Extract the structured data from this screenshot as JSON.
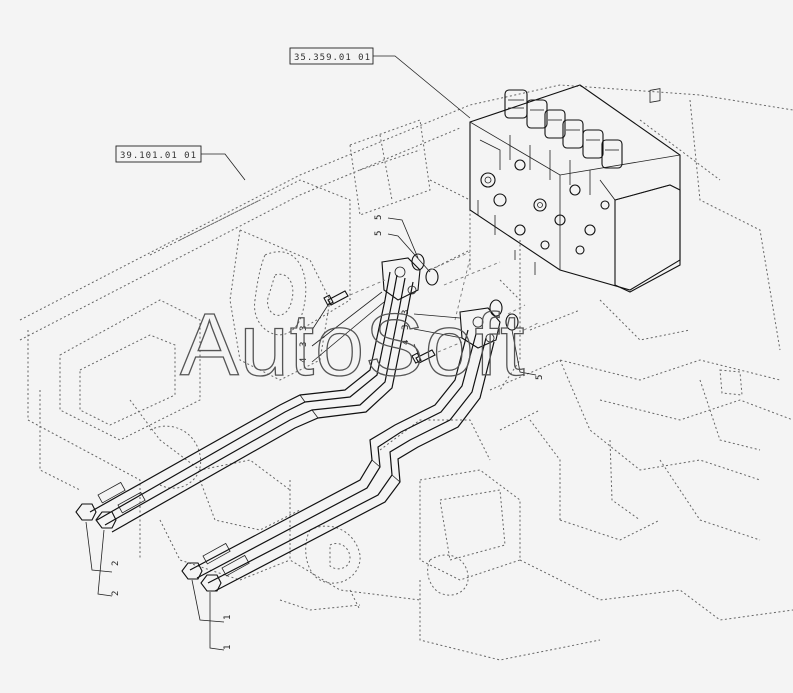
{
  "diagram": {
    "reference_labels": [
      {
        "id": "valve-ref",
        "text": "35.359.01 01"
      },
      {
        "id": "frame-ref",
        "text": "39.101.01 01"
      }
    ],
    "callouts": [
      "5",
      "5",
      "3",
      "3",
      "4",
      "3",
      "3",
      "4",
      "5",
      "2",
      "2",
      "1",
      "1"
    ],
    "watermark": "AutoSoft"
  }
}
